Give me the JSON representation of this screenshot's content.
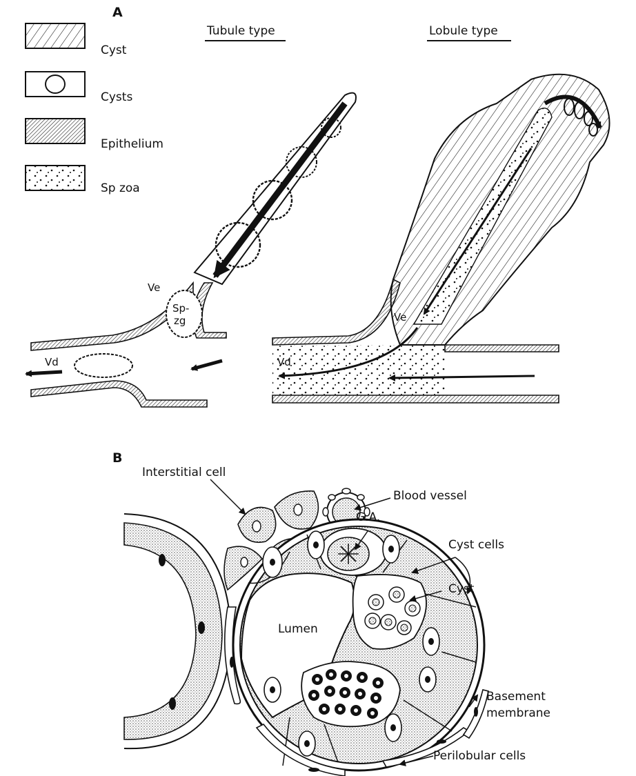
{
  "panel_a": {
    "label": "A",
    "tubule_title": "Tubule type",
    "lobule_title": "Lobule type",
    "legend": [
      {
        "pattern": "diagonal-hatch",
        "text": "Cyst"
      },
      {
        "pattern": "open-circle",
        "text": "Cysts"
      },
      {
        "pattern": "dense-hatch",
        "text": "Epithelium"
      },
      {
        "pattern": "stipple",
        "text": "Sp zoa"
      }
    ],
    "tubule_labels": {
      "ve": "Ve",
      "spzg_1": "Sp-",
      "spzg_2": "zg",
      "vd": "Vd"
    },
    "lobule_labels": {
      "ve": "Ve",
      "vd": "Vd"
    }
  },
  "panel_b": {
    "label": "B",
    "labels": {
      "interstitial_cell": "Interstitial cell",
      "blood_vessel": "Blood vessel",
      "ga": "G.A.",
      "cyst_cells": "Cyst cells",
      "cyst": "Cyst",
      "lumen": "Lumen",
      "basement_1": "Basement",
      "basement_2": "membrane",
      "perilobular": "Perilobular cells"
    }
  },
  "colors": {
    "ink": "#111111",
    "paper": "#ffffff",
    "stipple": "#cfcfcf"
  }
}
